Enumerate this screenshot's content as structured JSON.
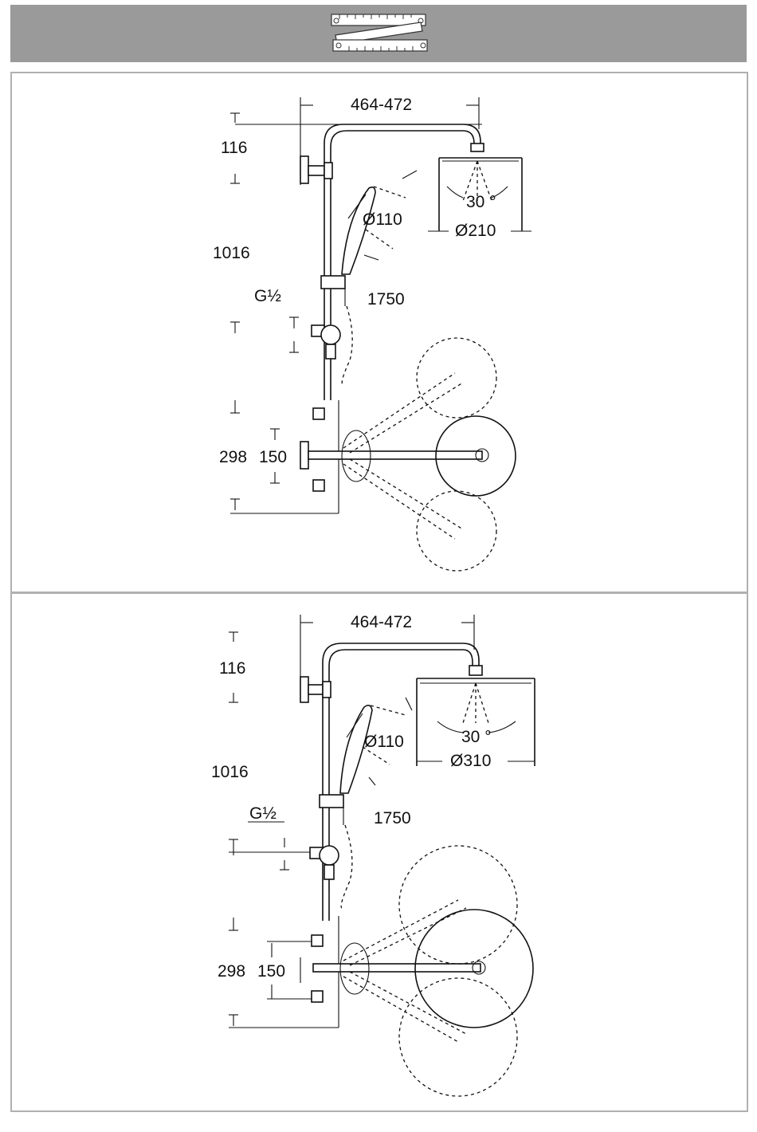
{
  "header": {
    "icon": "folding-ruler-icon"
  },
  "panels": [
    {
      "width_dim": "464-472",
      "top_dim": "116",
      "height_dim": "1016",
      "thread": "G½",
      "hose": "1750",
      "handshower_dia": "Ø110",
      "angle": "30 °",
      "head_dia": "Ø210",
      "width_left": "298",
      "width_right": "150"
    },
    {
      "width_dim": "464-472",
      "top_dim": "116",
      "height_dim": "1016",
      "thread": "G½",
      "hose": "1750",
      "handshower_dia": "Ø110",
      "angle": "30 °",
      "head_dia": "Ø310",
      "width_left": "298",
      "width_right": "150"
    }
  ],
  "colors": {
    "header_bg": "#9a9a9a",
    "frame": "#b0b0b0",
    "ink": "#111111"
  }
}
